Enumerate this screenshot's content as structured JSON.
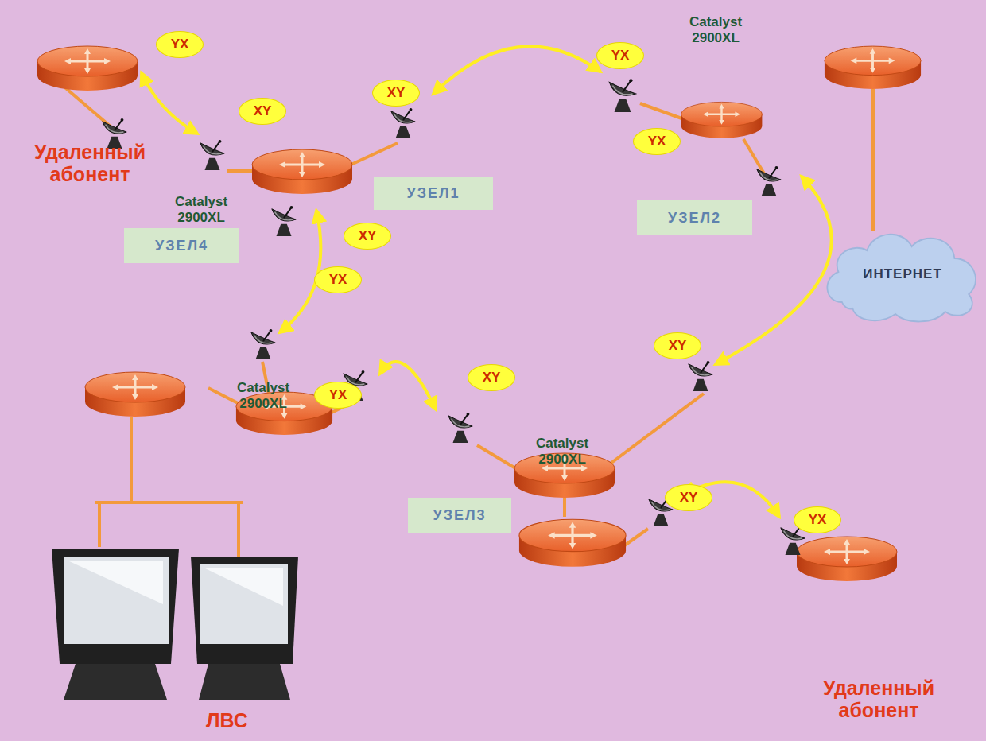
{
  "diagram": {
    "nodes": [
      {
        "text": [
          "YX"
        ]
      },
      {
        "text": [
          "XY"
        ]
      },
      {
        "text": [
          "XY"
        ]
      },
      {
        "text": [
          "YX"
        ]
      },
      {
        "text": [
          "YX"
        ]
      },
      {
        "text": [
          "XY"
        ]
      },
      {
        "text": [
          "YX"
        ]
      },
      {
        "text": [
          "YX"
        ]
      },
      {
        "text": [
          "XY"
        ]
      },
      {
        "text": [
          "XY"
        ]
      },
      {
        "text": [
          "XY"
        ]
      },
      {
        "text": [
          "YX"
        ]
      },
      {
        "text": [
          "УЗЕЛ1"
        ]
      },
      {
        "text": [
          "УЗЕЛ2"
        ]
      },
      {
        "text": [
          "УЗЕЛ4"
        ]
      },
      {
        "text": [
          "УЗЕЛ3"
        ]
      },
      {
        "text": [
          "ИНТЕРНЕТ"
        ]
      }
    ],
    "labels": [
      "Удаленный абонент",
      "Catalyst 2900XL",
      "Catalyst 2900XL",
      "Catalyst 2900XL",
      "Catalyst 2900XL",
      "ЛВС",
      "Удаленный абонент"
    ]
  }
}
